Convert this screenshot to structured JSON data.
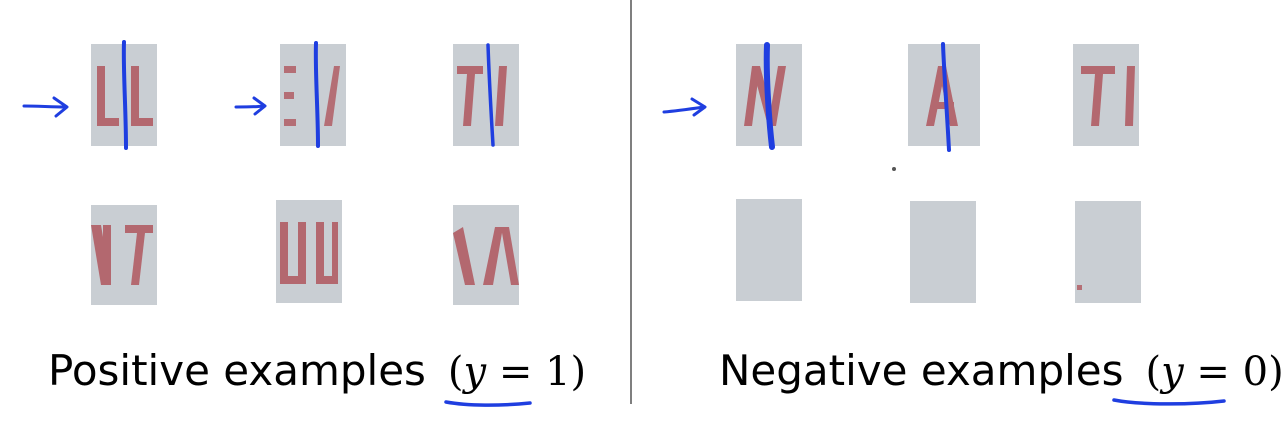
{
  "panels": {
    "positive": {
      "caption": "Positive examples",
      "math": {
        "open": "(",
        "var": "y",
        "eq": " = ",
        "value": "1",
        "close": ")"
      }
    },
    "negative": {
      "caption": "Negative examples",
      "math": {
        "open": "(",
        "var": "y",
        "eq": " = ",
        "value": "0",
        "close": ")"
      }
    }
  },
  "colors": {
    "patch_background": "#c9ced3",
    "letter_ink": "#b0575e",
    "pen_ink": "#1f3ee0",
    "divider": "#7f7f7f"
  },
  "annotations": {
    "pen_strokes": "blue handwritten split lines, arrows and underlines"
  }
}
